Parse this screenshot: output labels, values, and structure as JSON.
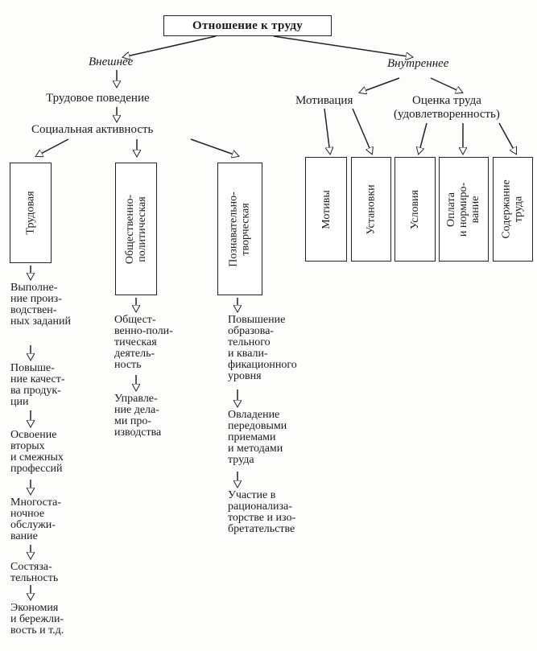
{
  "root": "Отношение к труду",
  "external": {
    "label": "Внешнее",
    "behavior": "Трудовое поведение",
    "activity": "Социальная активность",
    "branches": [
      {
        "title": "Трудовая",
        "items": [
          "Выполне-\nние произ-\nводствен-\nных заданий",
          "Повыше-\nние качест-\nва продук-\nции",
          "Освоение\nвторых\nи смежных\nпрофессий",
          "Многоста-\nночное\nобслужи-\nвание",
          "Состяза-\nтельность",
          "Экономия\nи бережли-\nвость и т.д."
        ]
      },
      {
        "title": "Общественно-\nполитическая",
        "items": [
          "Общест-\nвенно-поли-\nтическая\nдеятель-\nность",
          "Управле-\nние дела-\nми про-\nизводства"
        ]
      },
      {
        "title": "Познавательно-\nтворческая",
        "items": [
          "Повышение\nобразова-\nтельного\nи квали-\nфикационного\nуровня",
          "Овладение\nпередовыми\nприемами\nи методами\nтруда",
          "Участие в\nрационализа-\nторстве и изо-\nбретательстве"
        ]
      }
    ]
  },
  "internal": {
    "label": "Внутреннее",
    "motivation": "Мотивация",
    "assessment": "Оценка труда\n(удовлетворенность)",
    "boxes": [
      "Мотивы",
      "Установки",
      "Условия",
      "Оплата\nи нормиро-\nвание",
      "Содержание\nтруда"
    ]
  }
}
